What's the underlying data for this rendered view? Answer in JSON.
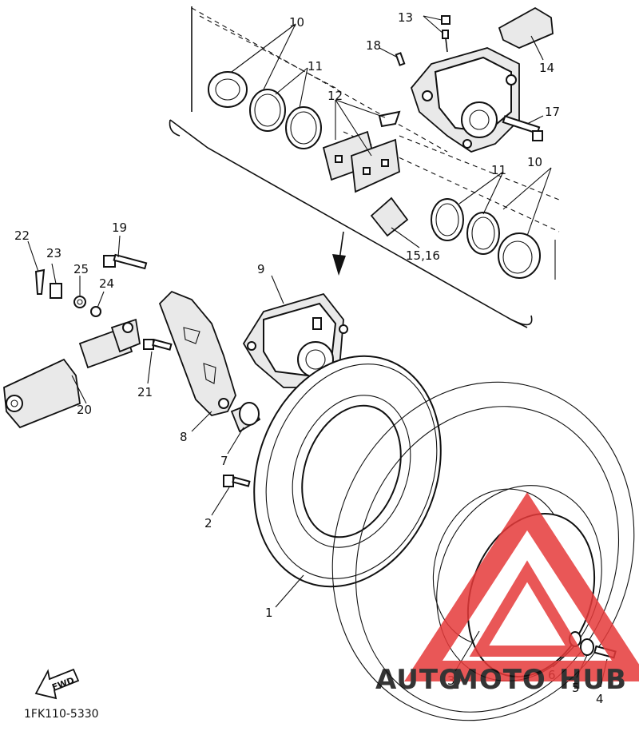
{
  "diagram": {
    "part_code": "1FK110-5330",
    "fwd_label": "FWD",
    "callouts": {
      "c1": "1",
      "c2": "2",
      "c3": "3",
      "c4": "4",
      "c5": "5",
      "c6": "6",
      "c7": "7",
      "c8": "8",
      "c9": "9",
      "c10a": "10",
      "c10b": "10",
      "c11a": "11",
      "c11b": "11",
      "c12": "12",
      "c13": "13",
      "c14": "14",
      "c1516": "15,16",
      "c17": "17",
      "c18": "18",
      "c19": "19",
      "c20": "20",
      "c21": "21",
      "c22": "22",
      "c23": "23",
      "c24": "24",
      "c25": "25"
    }
  },
  "watermark": {
    "text_a": "AUTO",
    "text_b": "MOTO",
    "text_c": "HUB",
    "colors": {
      "red": "#e63a3a",
      "orange": "#f2a23a",
      "dark": "#333333"
    }
  }
}
